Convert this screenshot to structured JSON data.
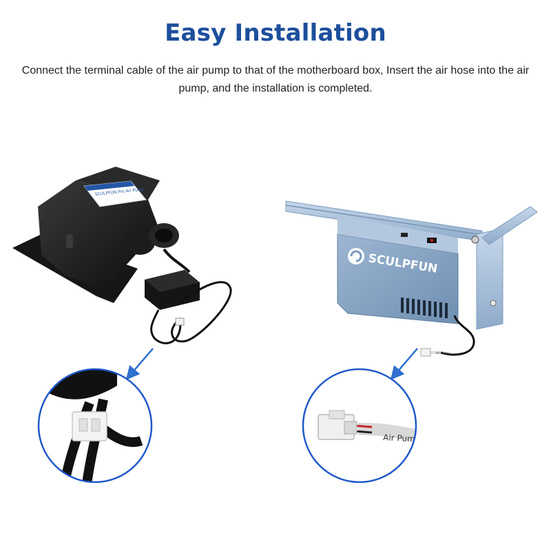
{
  "header": {
    "title": "Easy Installation",
    "description": "Connect the terminal cable of the air pump to that of the motherboard box, Insert the air hose into the air pump, and the installation is completed."
  },
  "left_product": {
    "brand_label": "SCULPFUN",
    "pump_label": "SCULPFUN Pro Air Pump"
  },
  "right_product": {
    "brand_label": "SCULPFUN",
    "cable_label_small": "Air Pump",
    "cable_label_zoom": "Air Pump"
  },
  "colors": {
    "title": "#1d4f9c",
    "arrow": "#2f6fcf",
    "zoom_ring": "#1f58c8",
    "frame_blue": "#a9c2de",
    "box_blue": "#8aa7c6"
  },
  "icons": [
    "arrow-down-left-icon",
    "arrow-down-left-icon",
    "sculpfun-logo-icon"
  ]
}
